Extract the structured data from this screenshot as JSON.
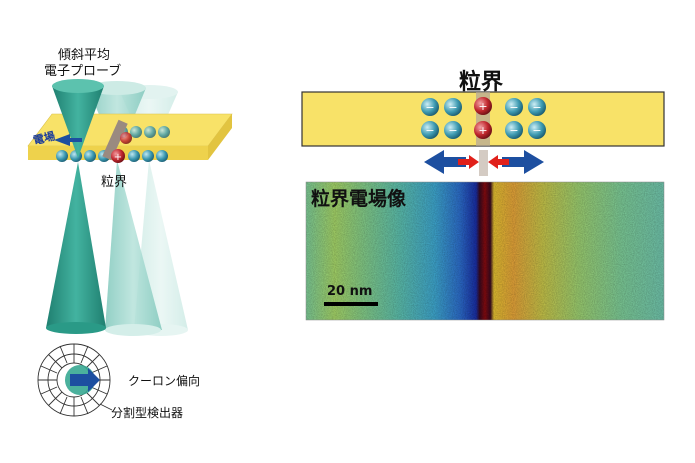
{
  "left_diagram": {
    "probe_label_line1": "傾斜平均",
    "probe_label_line2": "電子プローブ",
    "efield_label": "電場",
    "grain_boundary_label": "粒界",
    "deflection_label": "クーロン偏向",
    "detector_label": "分割型検出器"
  },
  "right_diagram": {
    "grain_boundary_title": "粒界",
    "image_title": "粒界電場像",
    "scale_bar_label": "20 nm"
  },
  "colors": {
    "slab_yellow": "#f8e268",
    "cone_teal": "#2e9c8a",
    "arrow_blue": "#1d4fa0",
    "arrow_red": "#e0201a",
    "positive_ion": "#b81e25",
    "negative_ion": "#2e8aa0"
  },
  "icons": [
    "plus-ion-icon",
    "minus-ion-icon",
    "arrow-left-icon",
    "arrow-right-icon"
  ]
}
